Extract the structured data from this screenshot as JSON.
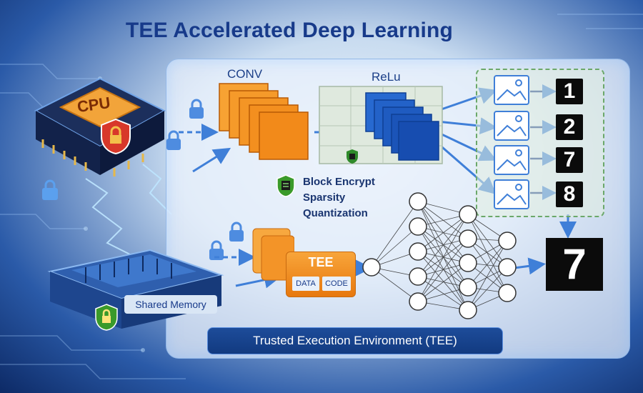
{
  "title": "TEE Accelerated Deep Learning",
  "cpu": {
    "label": "CPU"
  },
  "conv": {
    "label": "CONV"
  },
  "relu": {
    "label": "ReLu"
  },
  "encrypt": {
    "items": [
      "Block Encrypt",
      "Sparsity",
      "Quantization"
    ]
  },
  "tee": {
    "title": "TEE",
    "data_label": "DATA",
    "code_label": "CODE"
  },
  "memory": {
    "label": "Shared Memory"
  },
  "digits": [
    "1",
    "2",
    "7",
    "8"
  ],
  "prediction": "7",
  "footer": "Trusted Execution Environment (TEE)",
  "colors": {
    "accent_orange": "#f39422",
    "accent_blue": "#1e5fc0",
    "navy": "#173a8a",
    "green": "#3a9a2a"
  }
}
